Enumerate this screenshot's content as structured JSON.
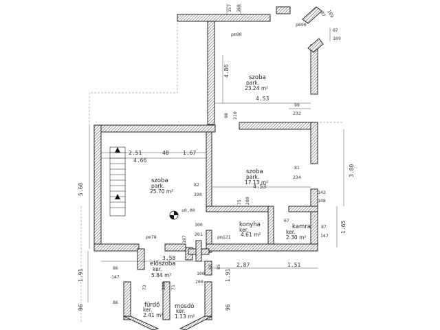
{
  "rooms": [
    {
      "name": "szoba",
      "floor": "park.",
      "area": "23.24 m²"
    },
    {
      "name": "szoba",
      "floor": "park.",
      "area": "25.70 m²"
    },
    {
      "name": "szoba",
      "floor": "park.",
      "area": "17.13 m²"
    },
    {
      "name": "konyha",
      "floor": "ker.",
      "area": "4.61 m²"
    },
    {
      "name": "kamra",
      "floor": "ker.",
      "area": "2.30 m²"
    },
    {
      "name": "előszoba",
      "floor": "ker.",
      "area": "5.84 m²"
    },
    {
      "name": "fürdő",
      "floor": "ker.",
      "area": "2.41 m²"
    },
    {
      "name": "mosdó",
      "floor": "ker.",
      "area": "1.13 m²"
    }
  ],
  "dimensions": {
    "d157": "157",
    "d168": "168",
    "d87a": "87",
    "d169a": "169",
    "pm90a": "pm90",
    "pm90b": "pm90",
    "d87b": "87",
    "d169b": "169",
    "d486": "4.86",
    "d453a": "4.53",
    "d99": "99",
    "d232": "232",
    "d98": "98",
    "d210": "210",
    "d251": "2.51",
    "d48": "48",
    "d167": "1.67",
    "d466": "4.66",
    "d81": "81",
    "d234": "234",
    "d380": "3.80",
    "d560": "5.60",
    "d453b": "4.53",
    "d82": "82",
    "d198": "198",
    "d142": "142",
    "d148": "148",
    "d75": "75",
    "d200a": "200",
    "level": "±0,00",
    "d67": "67",
    "d100a": "100",
    "d201": "201",
    "d87c": "87",
    "d147a": "147",
    "d165": "1.65",
    "pm78": "pm78",
    "pm121": "pm121",
    "d197": "197",
    "d358": "3.58",
    "d287": "2.87",
    "d151": "1.51",
    "d86a": "86",
    "d147b": "147",
    "d191a": "1.91",
    "d191b": "1.91",
    "d100b": "100",
    "d200b": "200",
    "d86b": "86",
    "d96a": "96",
    "d96b": "96",
    "d73": "73",
    "d200c": "200",
    "d71": "71",
    "d68": "68",
    "d85": "85"
  }
}
